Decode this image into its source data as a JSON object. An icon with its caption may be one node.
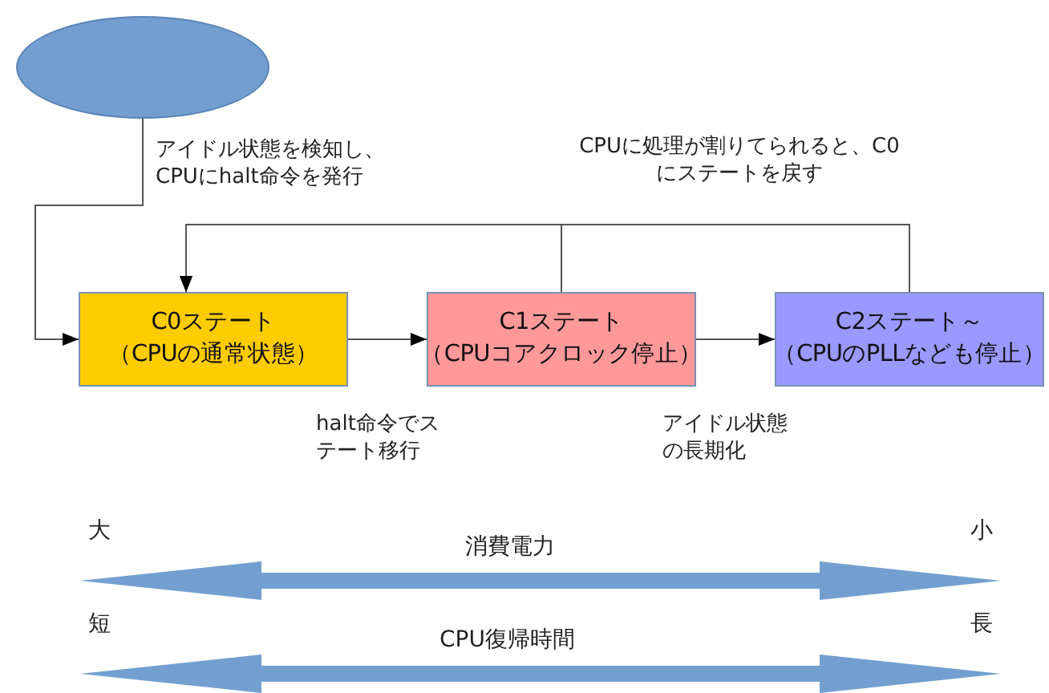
{
  "diagram": {
    "nodes": [
      {
        "text": [],
        "shape": "ellipse"
      },
      {
        "text": [
          "C0ステート",
          "（CPUの通常状態）"
        ]
      },
      {
        "text": [
          "C1ステート",
          "（CPUコアクロック停止）"
        ]
      },
      {
        "text": [
          "C2ステート～",
          "（CPUのPLLなども停止）"
        ]
      }
    ],
    "edges": [
      {
        "from": 0,
        "to": 1,
        "arrow": "to",
        "label": "アイドル状態を検知し、CPUにhalt命令を発行"
      },
      {
        "from": 1,
        "to": 2,
        "arrow": "to",
        "label": "halt命令でステート移行"
      },
      {
        "from": 2,
        "to": 3,
        "arrow": "to",
        "label": "アイドル状態の長期化"
      },
      {
        "from": 2,
        "to": 1,
        "arrow": "to",
        "label": "CPUに処理が割りてられると、C0にステートを戻す"
      },
      {
        "from": 3,
        "to": 1,
        "arrow": "to"
      }
    ],
    "labels": [
      "大",
      "消費電力",
      "小",
      "短",
      "CPU復帰時間",
      "長"
    ]
  }
}
